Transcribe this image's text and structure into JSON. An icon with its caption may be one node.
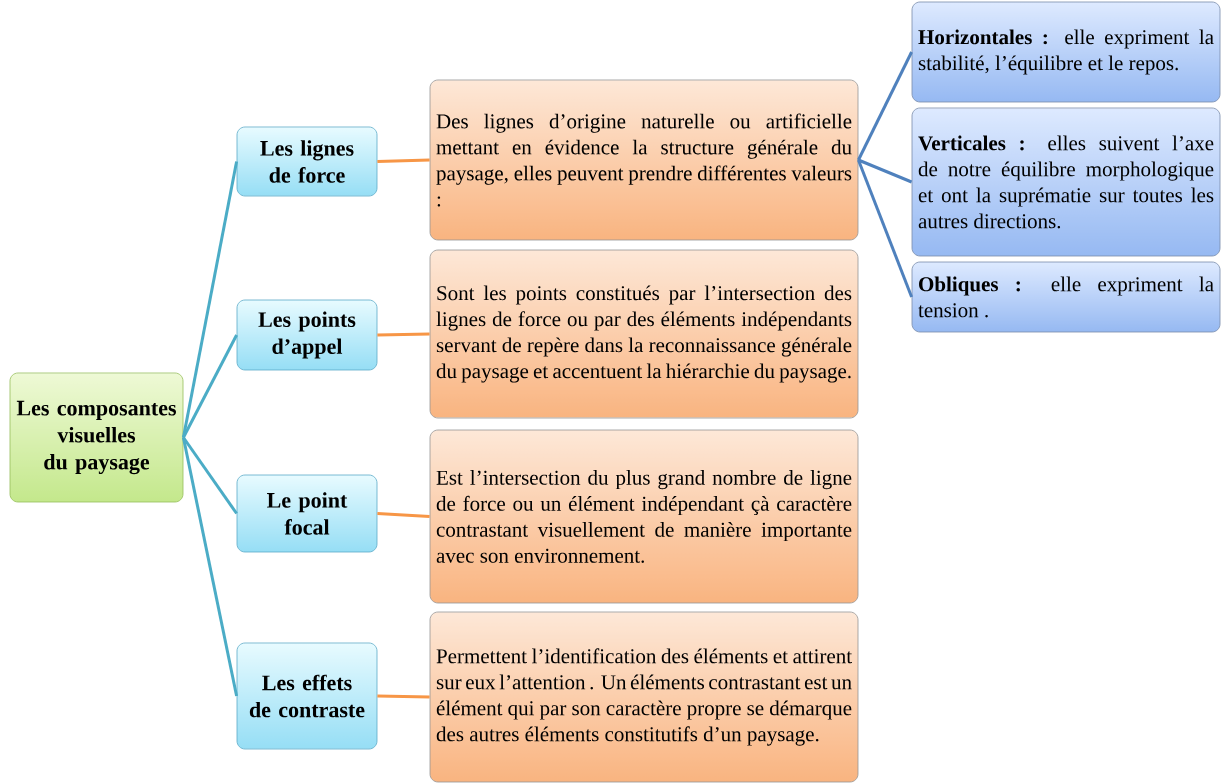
{
  "diagram": {
    "nodes": [
      {
        "text": [
          "Les composantes visuelles du paysage"
        ]
      },
      {
        "text": [
          "Les lignes de force"
        ]
      },
      {
        "text": [
          "Les points d’appel"
        ]
      },
      {
        "text": [
          "Le point focal"
        ]
      },
      {
        "text": [
          "Les effets de contraste"
        ]
      },
      {
        "text": [
          "Des lignes d’origine naturelle ou artificielle mettant en évidence la structure générale du paysage, elles peuvent prendre différentes valeurs :"
        ]
      },
      {
        "text": [
          "Sont les points constitués par l’intersection des lignes de force ou par des éléments indépendants servant de repère dans la reconnaissance générale du paysage et accentuent la hiérarchie du paysage."
        ]
      },
      {
        "text": [
          "Est l’intersection du plus grand nombre de ligne de force ou un élément indépendant çà caractère contrastant visuellement de manière importante avec son environnement."
        ]
      },
      {
        "text": [
          "Permettent l’identification des éléments et attirent sur eux l’attention . Un éléments contrastant est un élément qui par son caractère propre se démarque des autres éléments constitutifs d’un paysage."
        ]
      },
      {
        "text": [
          "**Horizontales :** elle expriment la stabilité, l’équilibre et le repos."
        ]
      },
      {
        "text": [
          "**Verticales :** elles suivent l’axe de notre équilibre morphologique et ont la suprématie sur toutes les autres directions."
        ]
      },
      {
        "text": [
          "**Obliques :** elle expriment la tension ."
        ]
      }
    ],
    "edges": [
      {
        "from": 0,
        "to": 1,
        "arrow": "none"
      },
      {
        "from": 0,
        "to": 2,
        "arrow": "none"
      },
      {
        "from": 0,
        "to": 3,
        "arrow": "none"
      },
      {
        "from": 0,
        "to": 4,
        "arrow": "none"
      },
      {
        "from": 1,
        "to": 5,
        "arrow": "none",
        "color": "#f79646"
      },
      {
        "from": 2,
        "to": 6,
        "arrow": "none",
        "color": "#f79646"
      },
      {
        "from": 3,
        "to": 7,
        "arrow": "none",
        "color": "#f79646"
      },
      {
        "from": 4,
        "to": 8,
        "arrow": "none",
        "color": "#f79646"
      },
      {
        "from": 5,
        "to": 9,
        "arrow": "none",
        "color": "#4f81bd"
      },
      {
        "from": 5,
        "to": 10,
        "arrow": "none",
        "color": "#4f81bd"
      },
      {
        "from": 5,
        "to": 11,
        "arrow": "none",
        "color": "#4f81bd"
      }
    ]
  }
}
